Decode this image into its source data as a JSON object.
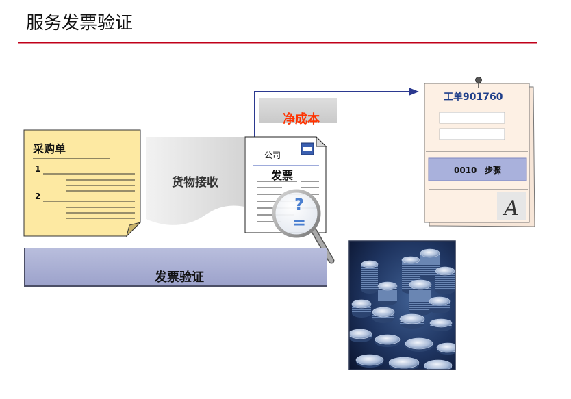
{
  "title": "服务发票验证",
  "purchase_order": {
    "title": "采购单",
    "item_1": "1",
    "item_2": "2"
  },
  "goods_receipt": {
    "label": "货物接收"
  },
  "invoice": {
    "company": "公司",
    "title": "发票",
    "question_mark": "?",
    "equals_sign": "="
  },
  "net_cost": {
    "label": "净成本"
  },
  "work_order": {
    "title": "工单901760",
    "step_number": "0010",
    "step_label": "步骤",
    "signature": "A"
  },
  "invoice_verification": {
    "label": "发票验证"
  },
  "icons": {
    "company_logo": "company-logo-icon",
    "magnifier": "magnifier-icon",
    "pushpin": "pushpin-icon",
    "arrow": "arrow-right-icon"
  },
  "colors": {
    "title_rule": "#c0001a",
    "note_fill": "#fde9a2",
    "net_cost_text": "#ff3300",
    "arrow": "#2b3990",
    "work_order_title": "#1f3f8a",
    "step_bar": "#a9b1dc",
    "band_fill": "#a6abd1",
    "magnifier_symbols": "#4a7fd0"
  }
}
